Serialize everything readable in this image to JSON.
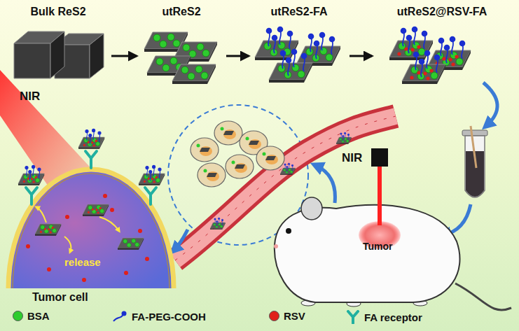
{
  "diagram": {
    "nodes": [
      {
        "text": [
          "Bulk ReS2"
        ]
      },
      {
        "text": [
          "utReS2"
        ]
      },
      {
        "text": [
          "utReS2-FA"
        ]
      },
      {
        "text": [
          "utReS2@RSV-FA"
        ]
      }
    ],
    "edges": [
      {
        "from": 0,
        "to": 1,
        "arrow": "to"
      },
      {
        "from": 1,
        "to": 2,
        "arrow": "to"
      },
      {
        "from": 2,
        "to": 3,
        "arrow": "to"
      }
    ],
    "labels": [
      "NIR",
      "release",
      "Tumor cell",
      "NIR",
      "Tumor"
    ],
    "legend": [
      {
        "text": "BSA",
        "color": "#2ecc2e"
      },
      {
        "text": "FA-PEG-COOH"
      },
      {
        "text": "RSV",
        "color": "#e0201a"
      },
      {
        "text": "FA receptor"
      }
    ]
  }
}
